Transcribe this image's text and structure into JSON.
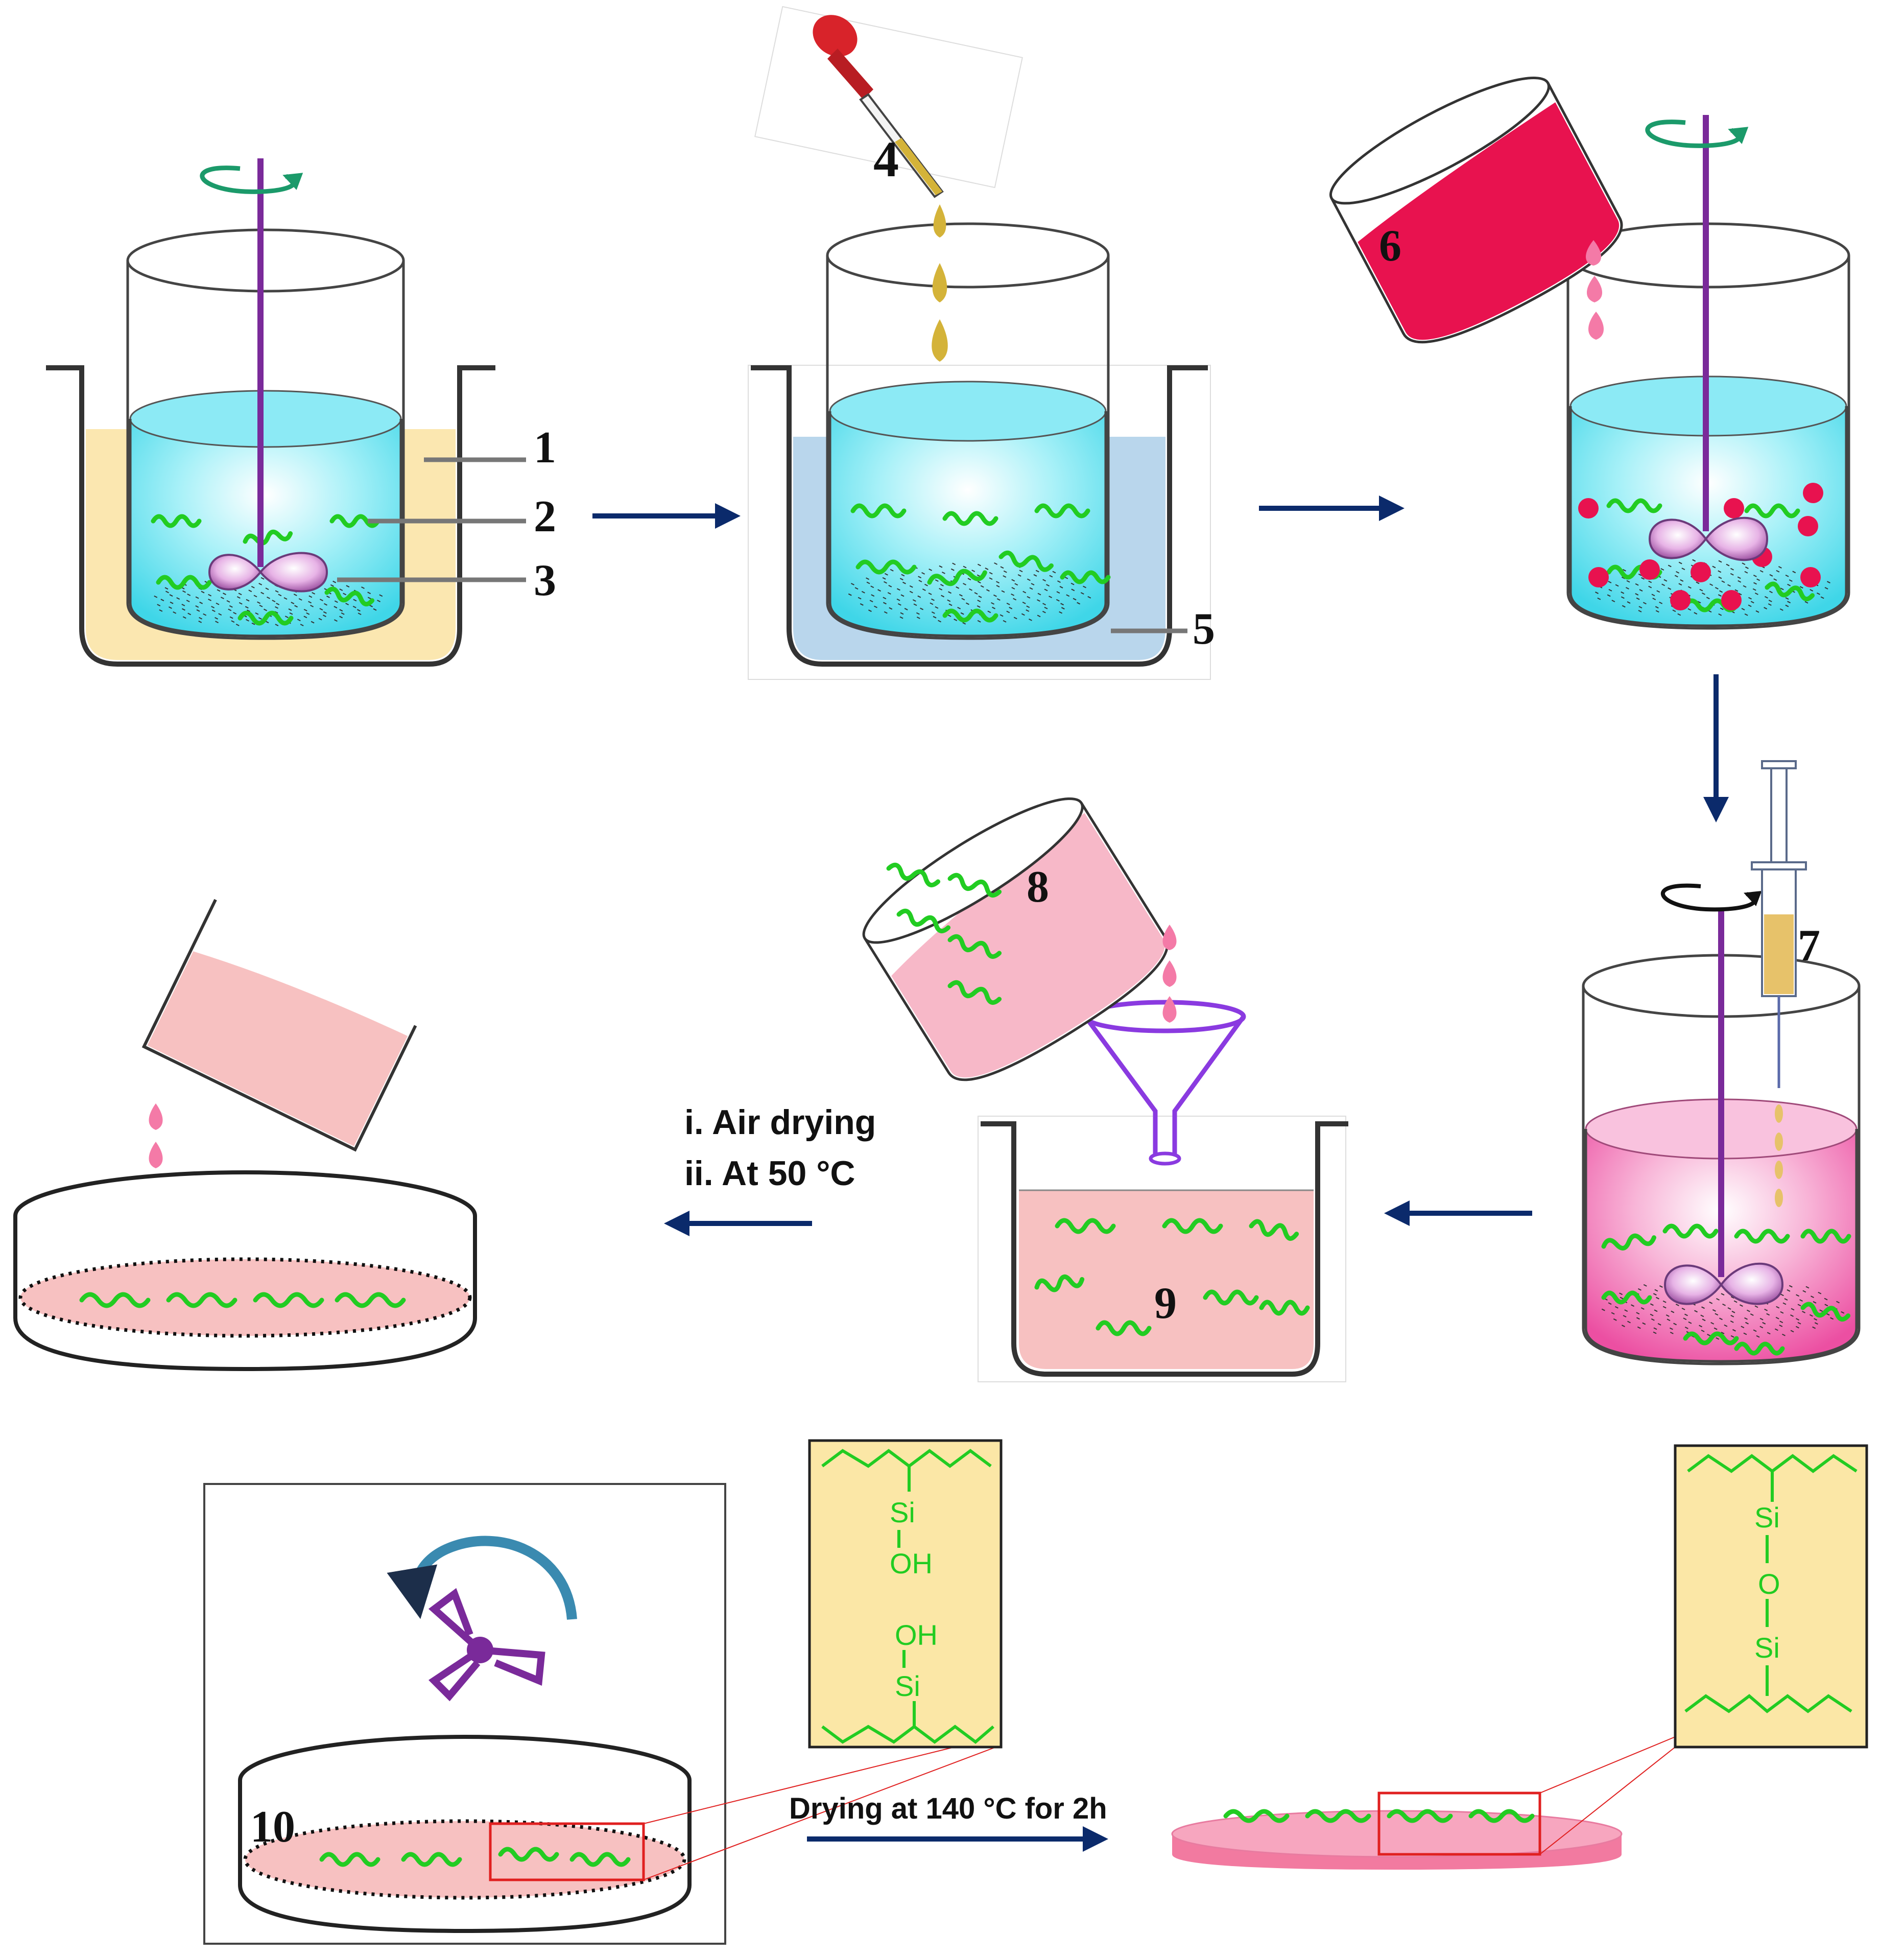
{
  "labels": {
    "n1": "1",
    "n2": "2",
    "n3": "3",
    "n4": "4",
    "n5": "5",
    "n6": "6",
    "n7": "7",
    "n8": "8",
    "n9": "9",
    "n10": "10"
  },
  "captions": {
    "air_drying": "i. Air drying",
    "at_50": "ii. At 50 °C",
    "drying_140": "Drying at 140 °C for 2h"
  },
  "chem_left": {
    "si_top": "Si",
    "oh_top": "OH",
    "oh_bottom": "OH",
    "si_bottom": "Si"
  },
  "chem_right": {
    "si_top": "Si",
    "o_mid": "O",
    "si_bottom": "Si"
  },
  "colors": {
    "arrow": "#0b2a6b",
    "liquid_cyan": "#6fe6f3",
    "bath_yellow": "#fbe7b0",
    "bath_blue": "#b9d6ec",
    "fiber_green": "#22cc22",
    "stirrer_purple": "#7a2a9a",
    "dye_red": "#e8124f",
    "pink_solution": "#f58cc0",
    "film_pink": "#f7c1c1",
    "chem_box": "#fbe7a6",
    "zoom_red": "#e02020",
    "spin_arrow": "#1b9a6a"
  }
}
